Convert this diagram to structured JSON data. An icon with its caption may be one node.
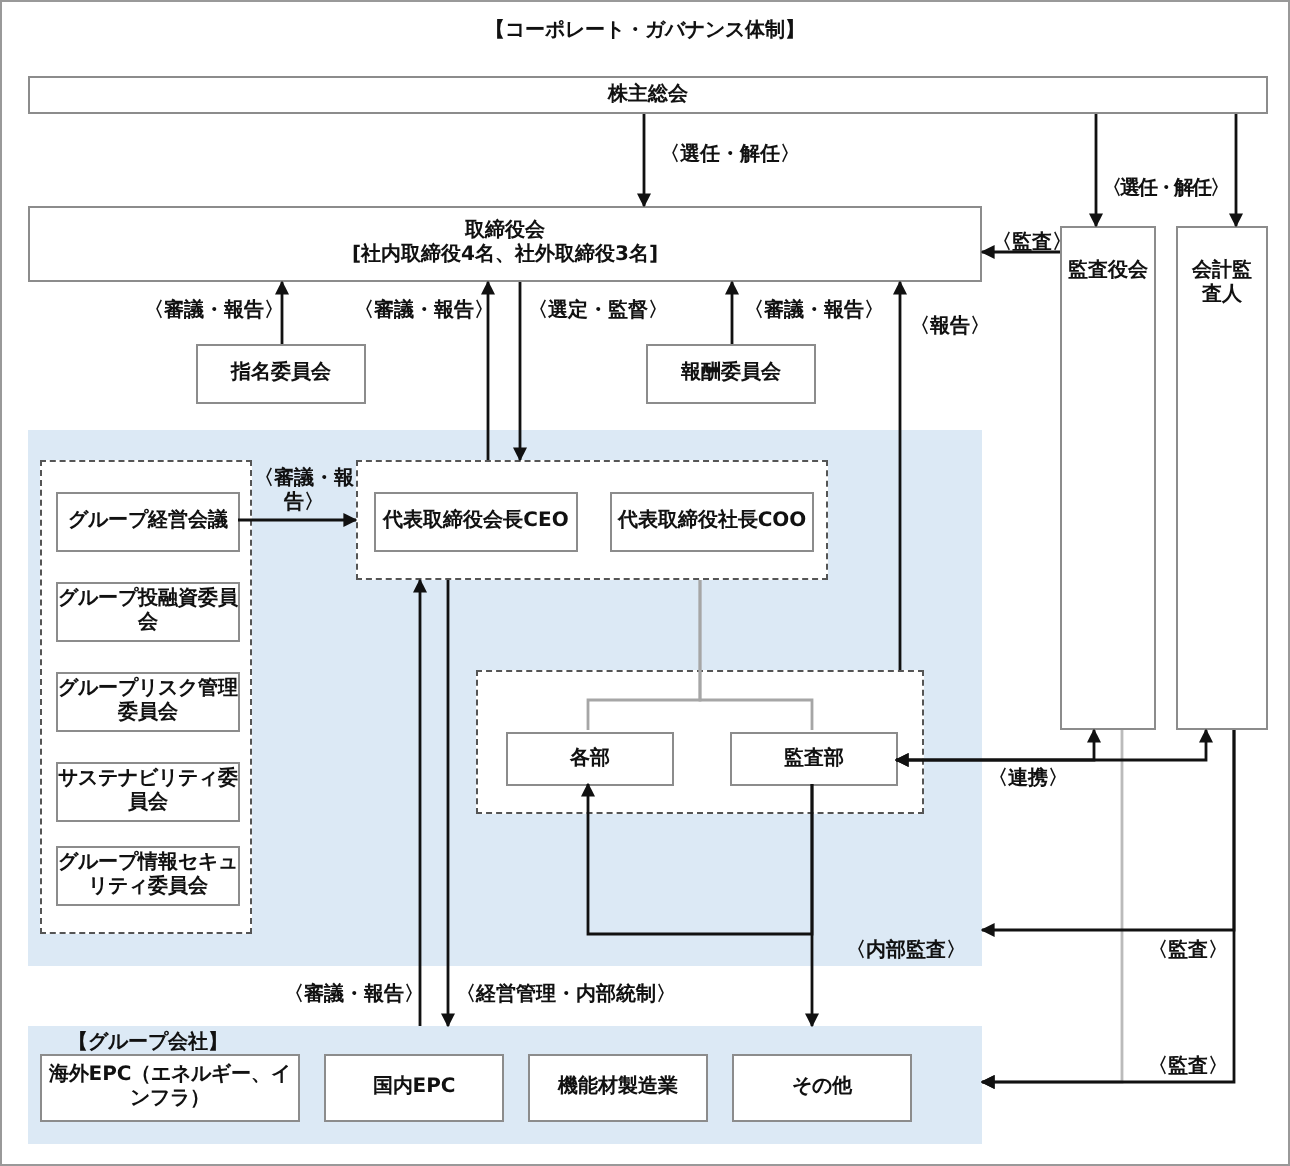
{
  "diagram": {
    "title": "【コーポレート・ガバナンス体制】",
    "nodes": [
      {
        "text": [
          "株主総会"
        ]
      },
      {
        "text": [
          "取締役会",
          "[社内取締役4名、社外取締役3名]"
        ]
      },
      {
        "text": [
          "監査役会"
        ]
      },
      {
        "text": [
          "会計監査人"
        ]
      },
      {
        "text": [
          "指名委員会"
        ]
      },
      {
        "text": [
          "報酬委員会"
        ]
      },
      {
        "text": [],
        "shape": "band"
      },
      {
        "text": [],
        "shape": "box",
        "in": 6
      },
      {
        "text": [
          "グループ経営会議"
        ],
        "in": 7
      },
      {
        "text": [
          "グループ投融資委員会"
        ],
        "in": 7
      },
      {
        "text": [
          "グループリスク管理委員会"
        ],
        "in": 7
      },
      {
        "text": [
          "サステナビリティ委員会"
        ],
        "in": 7
      },
      {
        "text": [
          "グループ情報セキュリティ委員会"
        ],
        "in": 7
      },
      {
        "text": [],
        "shape": "box",
        "in": 6
      },
      {
        "text": [
          "代表取締役会長CEO"
        ],
        "in": 13
      },
      {
        "text": [
          "代表取締役社長COO"
        ],
        "in": 13
      },
      {
        "text": [],
        "shape": "box",
        "in": 6
      },
      {
        "text": [
          "各部"
        ],
        "in": 16
      },
      {
        "text": [
          "監査部"
        ],
        "in": 16
      },
      {
        "text": [
          "【グループ会社】"
        ]
      },
      {
        "text": [
          "海外EPC（エネルギー、インフラ）"
        ],
        "in": 19
      },
      {
        "text": [
          "国内EPC"
        ],
        "in": 19
      },
      {
        "text": [
          "機能材製造業"
        ],
        "in": 19
      },
      {
        "text": [
          "その他"
        ],
        "in": 19
      }
    ],
    "edges": [
      {
        "from": 0,
        "to": 1,
        "arrow": "to",
        "label": "〈選任・解任〉"
      },
      {
        "from": 0,
        "to": 2,
        "arrow": "to",
        "label": "〈選任・解任〉"
      },
      {
        "from": 0,
        "to": 3,
        "arrow": "to"
      },
      {
        "from": 2,
        "to": 1,
        "arrow": "to",
        "label": "〈監査〉"
      },
      {
        "from": 4,
        "to": 1,
        "arrow": "to",
        "label": "〈審議・報告〉"
      },
      {
        "from": 13,
        "to": 1,
        "arrow": "to",
        "label": "〈審議・報告〉"
      },
      {
        "from": 1,
        "to": 13,
        "arrow": "to",
        "label": "〈選定・監督〉"
      },
      {
        "from": 5,
        "to": 1,
        "arrow": "to",
        "label": "〈審議・報告〉"
      },
      {
        "from": 16,
        "to": 1,
        "arrow": "to",
        "label": "〈報告〉"
      },
      {
        "from": 8,
        "to": 13,
        "arrow": "to",
        "label": "〈審議・報告〉"
      },
      {
        "from": 13,
        "to": 17,
        "arrow": "none",
        "color": "#a6a6a6"
      },
      {
        "from": 13,
        "to": 18,
        "arrow": "none",
        "color": "#a6a6a6"
      },
      {
        "from": 18,
        "to": 2,
        "arrow": "both",
        "label": "〈連携〉"
      },
      {
        "from": 18,
        "to": 3,
        "arrow": "both"
      },
      {
        "from": 18,
        "to": 17,
        "arrow": "to"
      },
      {
        "from": 18,
        "to": 19,
        "arrow": "to",
        "label": "〈内部監査〉"
      },
      {
        "from": 13,
        "to": 19,
        "arrow": "to",
        "label": "〈経営管理・内部統制〉"
      },
      {
        "from": 19,
        "to": 13,
        "arrow": "to",
        "label": "〈審議・報告〉"
      },
      {
        "from": 3,
        "to": 6,
        "arrow": "to",
        "label": "〈監査〉"
      },
      {
        "from": 3,
        "to": 19,
        "arrow": "to",
        "label": "〈監査〉"
      },
      {
        "from": 2,
        "to": 19,
        "arrow": "to",
        "color": "#bbbbbb"
      }
    ]
  }
}
